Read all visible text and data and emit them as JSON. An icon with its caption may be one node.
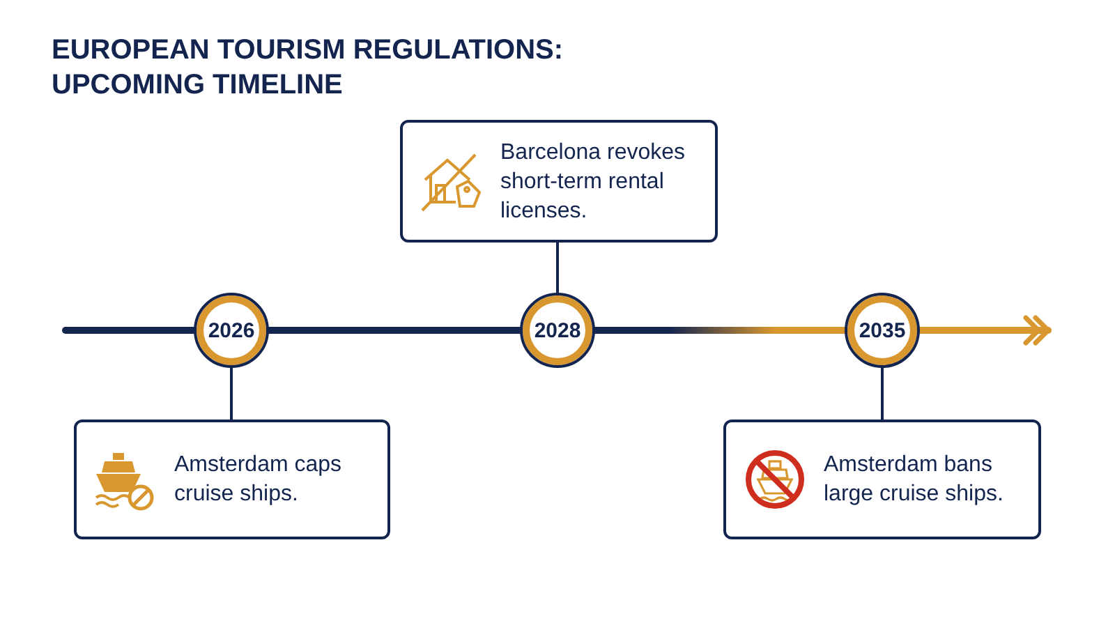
{
  "diagram": {
    "title": "EUROPEAN TOURISM REGULATIONS: UPCOMING TIMELINE",
    "nodes": [
      {
        "text": [
          "Barcelona revokes short-term rental licenses."
        ]
      },
      {
        "text": [
          "2026"
        ]
      },
      {
        "text": [
          "2028"
        ]
      },
      {
        "text": [
          "2035"
        ]
      },
      {
        "text": [
          "Amsterdam caps cruise ships."
        ]
      },
      {
        "text": [
          "Amsterdam bans large cruise ships."
        ]
      }
    ],
    "edges": [
      {
        "from": null,
        "to": 1,
        "arrow": "none",
        "style": "thick"
      },
      {
        "from": 1,
        "to": 2,
        "arrow": "none",
        "style": "thick"
      },
      {
        "from": 2,
        "to": 3,
        "arrow": "none",
        "style": "thick"
      },
      {
        "from": 3,
        "to": null,
        "arrow": "to",
        "style": "thick",
        "color": "#d9972f"
      },
      {
        "from": 2,
        "to": 0,
        "arrow": "none"
      },
      {
        "from": 1,
        "to": 4,
        "arrow": "none"
      },
      {
        "from": 3,
        "to": 5,
        "arrow": "none"
      }
    ]
  }
}
